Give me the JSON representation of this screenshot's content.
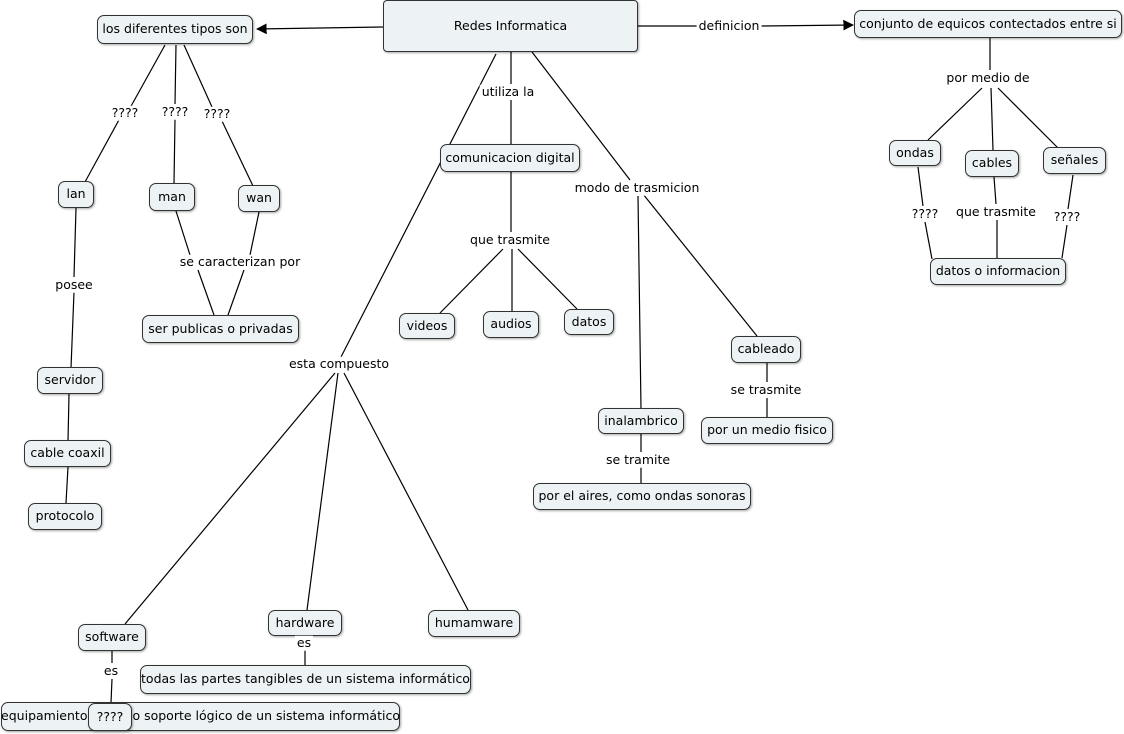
{
  "concept_map": {
    "root": "Redes Informatica",
    "nodes": {
      "tipos": "los diferentes tipos son",
      "lan": "lan",
      "man": "man",
      "wan": "wan",
      "publicas": "ser publicas o privadas",
      "servidor": "servidor",
      "cable_coaxil": "cable coaxil",
      "protocolo": "protocolo",
      "comunicacion": "comunicacion digital",
      "videos": "videos",
      "audios": "audios",
      "datos": "datos",
      "cableado": "cableado",
      "medio_fisico": "por un medio fisico",
      "inalambrico": "inalambrico",
      "aires": "por el aires, como ondas sonoras",
      "conjunto": "conjunto de equicos contectados entre si",
      "ondas": "ondas",
      "cables": "cables",
      "senales": "señales",
      "datos_info": "datos o informacion",
      "software": "software",
      "hardware": "hardware",
      "humamware": "humamware",
      "tangibles": "todas las partes tangibles de un sistema informático",
      "equipamiento": "equipamiento lógico o soporte lógico de un sistema informático",
      "qmark_box": "????"
    },
    "link_labels": {
      "q_lan": "????",
      "q_man": "????",
      "q_wan": "????",
      "posee": "posee",
      "caracterizan": "se caracterizan por",
      "utiliza": "utiliza la",
      "que_trasmite": "que trasmite",
      "modo": "modo de trasmicion",
      "se_trasmite": "se trasmite",
      "se_tramite": "se tramite",
      "definicion": "definicion",
      "por_medio": "por medio de",
      "q_ondas": "????",
      "que_trasmite2": "que trasmite",
      "q_senales": "????",
      "esta_compuesto": "esta compuesto",
      "es_hw": "es",
      "es_sw": "es"
    }
  }
}
